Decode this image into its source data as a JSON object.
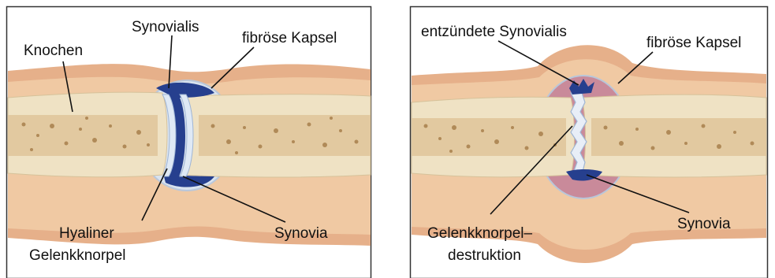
{
  "left": {
    "label_bone": "Knochen",
    "label_synovialis": "Synovialis",
    "label_capsule": "fibröse Kapsel",
    "label_cartilage_line1": "Hyaliner",
    "label_cartilage_line2": "Gelenkknorpel",
    "label_synovia": "Synovia"
  },
  "right": {
    "label_inflamed_synovialis": "entzündete Synovialis",
    "label_capsule": "fibröse Kapsel",
    "label_destruction_line1": "Gelenkknorpel–",
    "label_destruction_line2": "destruktion",
    "label_synovia": "Synovia"
  },
  "colors": {
    "skin": "#e9b48a",
    "bone_cortex": "#efe2c4",
    "marrow": "#e2c9a0",
    "synovia": "#263f8e",
    "capsule_normal": "#c9d6e6",
    "capsule_inflamed": "#c98a9a",
    "cartilage": "#dfe9f5"
  }
}
